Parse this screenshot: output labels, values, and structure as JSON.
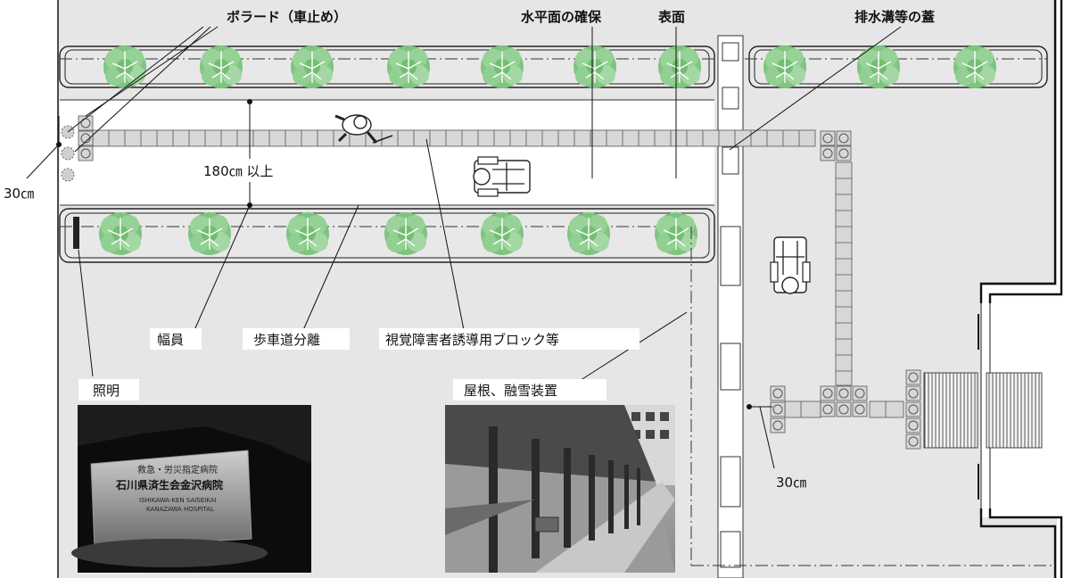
{
  "labels": {
    "bollard": "ボラード（車止め）",
    "level": "水平面の確保",
    "surface": "表面",
    "drain_cover": "排水溝等の蓋",
    "dim_30_left": "30㎝",
    "dim_180": "180㎝ 以上",
    "width": "幅員",
    "separation": "歩車道分離",
    "tactile": "視覚障害者誘導用ブロック等",
    "lighting": "照明",
    "roof": "屋根、融雪装置",
    "dim_30_right": "30㎝"
  },
  "photos": {
    "sign_line1": "救急・労災指定病院",
    "sign_line2": "石川県済生会金沢病院",
    "sign_line3": "ISHIKAWA-KEN SAISEIKAI",
    "sign_line4": "KANAZAWA HOSPITAL"
  },
  "colors": {
    "ground": "#e6e6e6",
    "planter": "#e9e9e9",
    "tree": "#86c786",
    "block": "#d7d7d7",
    "line": "#333333"
  }
}
